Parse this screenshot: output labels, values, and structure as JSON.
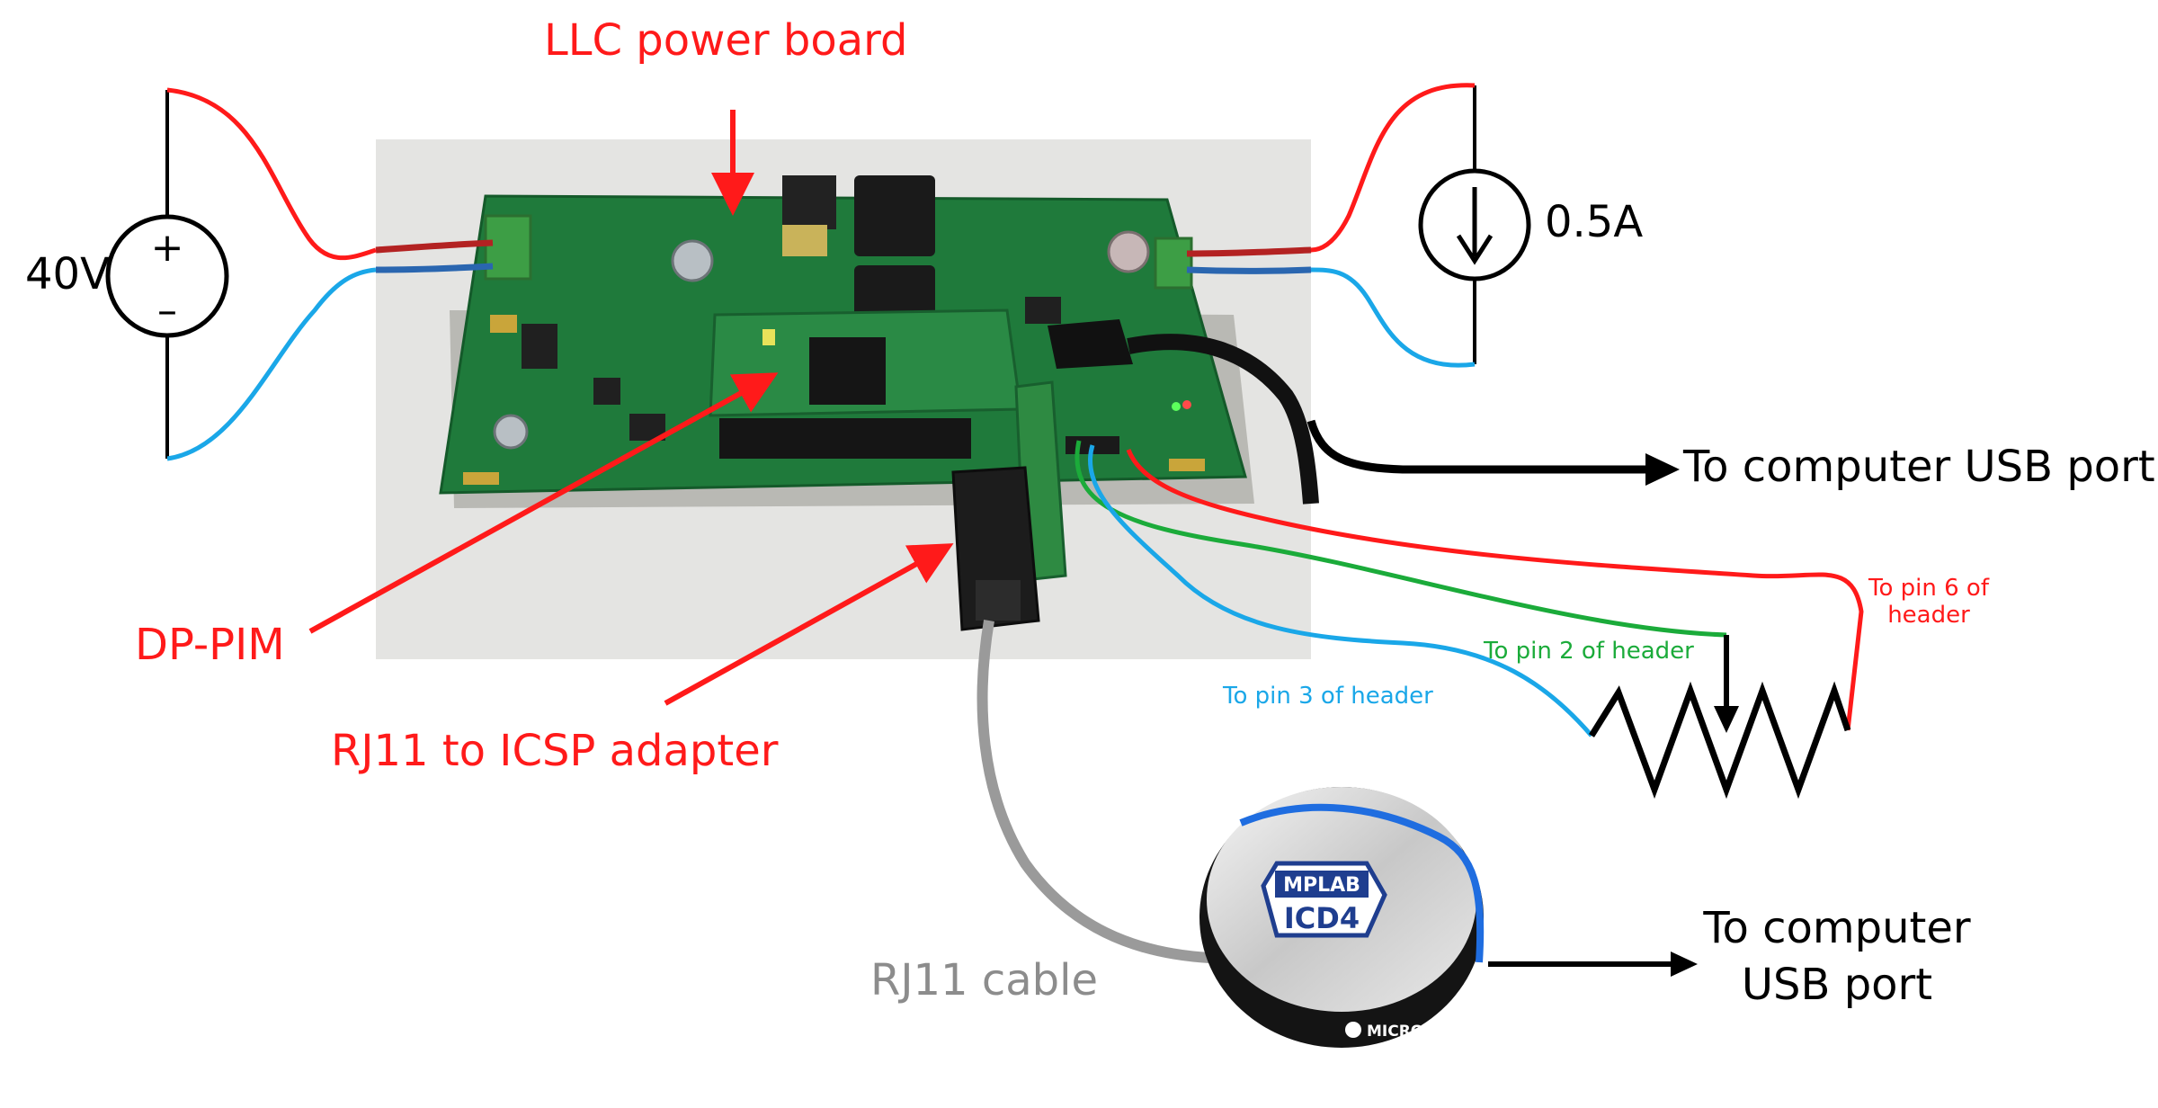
{
  "labels": {
    "board_title": "LLC power board",
    "voltage_source": "40V",
    "current_source": "0.5A",
    "usb_top": "To computer USB port",
    "dp_pim": "DP-PIM",
    "rj11_adapter": "RJ11 to ICSP adapter",
    "pin2": "To pin 2 of header",
    "pin3": "To pin 3 of header",
    "pin6_line1": "To pin 6 of",
    "pin6_line2": "header",
    "rj11_cable": "RJ11 cable",
    "usb_bottom_line1": "To computer",
    "usb_bottom_line2": "USB port"
  },
  "symbols": {
    "source_plus": "+",
    "source_minus": "–"
  },
  "debugger": {
    "badge_line1": "MPLAB",
    "badge_line2": "ICD4",
    "brand": "MICROCHIP"
  },
  "colors": {
    "label_red": "#ff1a1a",
    "wire_red": "#ff1a1a",
    "wire_blue": "#1aa7e8",
    "wire_green": "#1bab3a",
    "cable_grey": "#8c8c8c",
    "pcb_green": "#1e7a3a",
    "photo_background": "#e6e6e6"
  }
}
